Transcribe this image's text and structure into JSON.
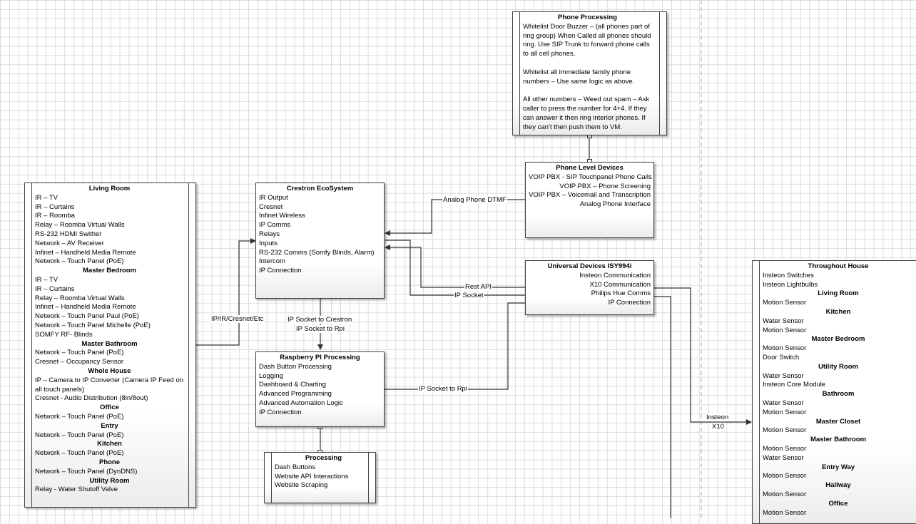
{
  "phone_processing": {
    "title": "Phone Processing",
    "paragraphs": [
      "Whitelist Door Buzzer – (all phones part of ring group) When Called all phones should ring. Use SIP Trunk to forward phone calls to all cell phones.",
      "Whitelist all immediate family phone numbers – Use same logic as above.",
      "All other numbers – Weed out spam – Ask caller to press the number for 4+4. If they can answer it then ring interior phones. If they can’t then push them to VM."
    ]
  },
  "phone_level_devices": {
    "title": "Phone Level Devices",
    "items": [
      "VOIP PBX - SIP Touchpanel Phone Calls",
      "VOIP PBX – Phone Screening",
      "VOIP PBX – Voicemail and Transcription",
      "Analog Phone Interface"
    ]
  },
  "living_room": {
    "title": "Living Room",
    "rows": [
      {
        "t": "IR – TV"
      },
      {
        "t": "IR – Curtains"
      },
      {
        "t": "IR – Roomba"
      },
      {
        "t": "Relay – Roomba Virtual Walls"
      },
      {
        "t": "RS-232 HDMI Swither"
      },
      {
        "t": "Network – AV Receiver"
      },
      {
        "t": "Infinet – Handheld Media Remote"
      },
      {
        "t": "Network – Touch Panel (PoE)"
      },
      {
        "t": "Master Bedroom",
        "h": true
      },
      {
        "t": "IR – TV"
      },
      {
        "t": "IR – Curtains"
      },
      {
        "t": "Relay – Roomba Virtual Walls"
      },
      {
        "t": "Infinet – Handheld Media Remote"
      },
      {
        "t": "Network – Touch Panel Paul (PoE)"
      },
      {
        "t": "Network – Touch Panel Michelle (PoE)"
      },
      {
        "t": "SOMFY RF- Blinds"
      },
      {
        "t": "Master Bathroom",
        "h": true
      },
      {
        "t": "Network – Touch Panel (PoE)"
      },
      {
        "t": "Cresnet – Occupancy Sensor"
      },
      {
        "t": "Whole House",
        "h": true
      },
      {
        "t": "IP – Camera to IP Converter (Camera IP Feed on all touch panels)",
        "w": true
      },
      {
        "t": "Cresnet - Audio Distribution (8in/8out)"
      },
      {
        "t": "Office",
        "h": true
      },
      {
        "t": "Network – Touch Panel (PoE)"
      },
      {
        "t": "Entry",
        "h": true
      },
      {
        "t": "Network – Touch Panel (PoE)"
      },
      {
        "t": "Kitchen",
        "h": true
      },
      {
        "t": "Network – Touch Panel (PoE)"
      },
      {
        "t": "Phone",
        "h": true
      },
      {
        "t": "Network – Touch Panel (DynDNS)"
      },
      {
        "t": "Utility Room",
        "h": true
      },
      {
        "t": "Relay - Water Shutoff Valve"
      }
    ]
  },
  "crestron": {
    "title": "Crestron EcoSystem",
    "items": [
      "IR Output",
      "Cresnet",
      "Infinet Wireless",
      "IP Comms",
      "Relays",
      "Inputs",
      "RS-232 Comms (Somfy Blinds, Alarm)",
      "Intercom",
      "IP Connection"
    ]
  },
  "isy": {
    "title": "Universal Devices ISY994i",
    "items": [
      "Insteon Communication",
      "X10 Communication",
      "Philips Hue Comms",
      "IP Connection"
    ]
  },
  "raspberry": {
    "title": "Raspberry PI Processing",
    "items": [
      "Dash Button Processing",
      "Logging",
      "Dashboard & Charting",
      "Advanced Programming",
      "Advanced Automation Logic",
      "IP Connection"
    ]
  },
  "processing": {
    "title": "Processing",
    "items": [
      "Dash Buttons",
      "Website API Interactions",
      "Website Scraping"
    ]
  },
  "throughout": {
    "title": "Throughout House",
    "rows": [
      {
        "t": "Insteon Switches"
      },
      {
        "t": "Insteon Lightbulbs"
      },
      {
        "t": "Living Room",
        "h": true
      },
      {
        "t": "Motion Sensor"
      },
      {
        "t": "Kitchen",
        "h": true
      },
      {
        "t": "Water Sensor"
      },
      {
        "t": "Motion Sensor"
      },
      {
        "t": "Master Bedroom",
        "h": true
      },
      {
        "t": "Motion Sensor"
      },
      {
        "t": "Door Switch"
      },
      {
        "t": "Utility Room",
        "h": true
      },
      {
        "t": "Water Sensor"
      },
      {
        "t": "Insteon Core Module"
      },
      {
        "t": "Bathroom",
        "h": true
      },
      {
        "t": "Water Sensor"
      },
      {
        "t": "Motion Sensor"
      },
      {
        "t": "Master Closet",
        "h": true
      },
      {
        "t": "Motion Sensor"
      },
      {
        "t": "Master Bathroom",
        "h": true
      },
      {
        "t": "Motion Sensor"
      },
      {
        "t": "Water Sensor"
      },
      {
        "t": "Entry Way",
        "h": true
      },
      {
        "t": "Motion Sensor"
      },
      {
        "t": "Hallway",
        "h": true
      },
      {
        "t": "Motion Sensor"
      },
      {
        "t": "Office",
        "h": true
      },
      {
        "t": "Motion Sensor"
      }
    ]
  },
  "connectors": {
    "analog_phone": "Analog Phone DTMF",
    "rest_api": "Rest API",
    "ip_socket": "IP Socket",
    "ip_ir_cresnet": "IP/IR/Cresnet/Etc",
    "ip_socket_crestron": "IP Socket to Crestron",
    "ip_socket_rpi_1": "IP Socket to Rpi",
    "ip_socket_rpi_2": "IP Socket to Rpi",
    "insteon": "Insteon",
    "x10": "X10"
  }
}
